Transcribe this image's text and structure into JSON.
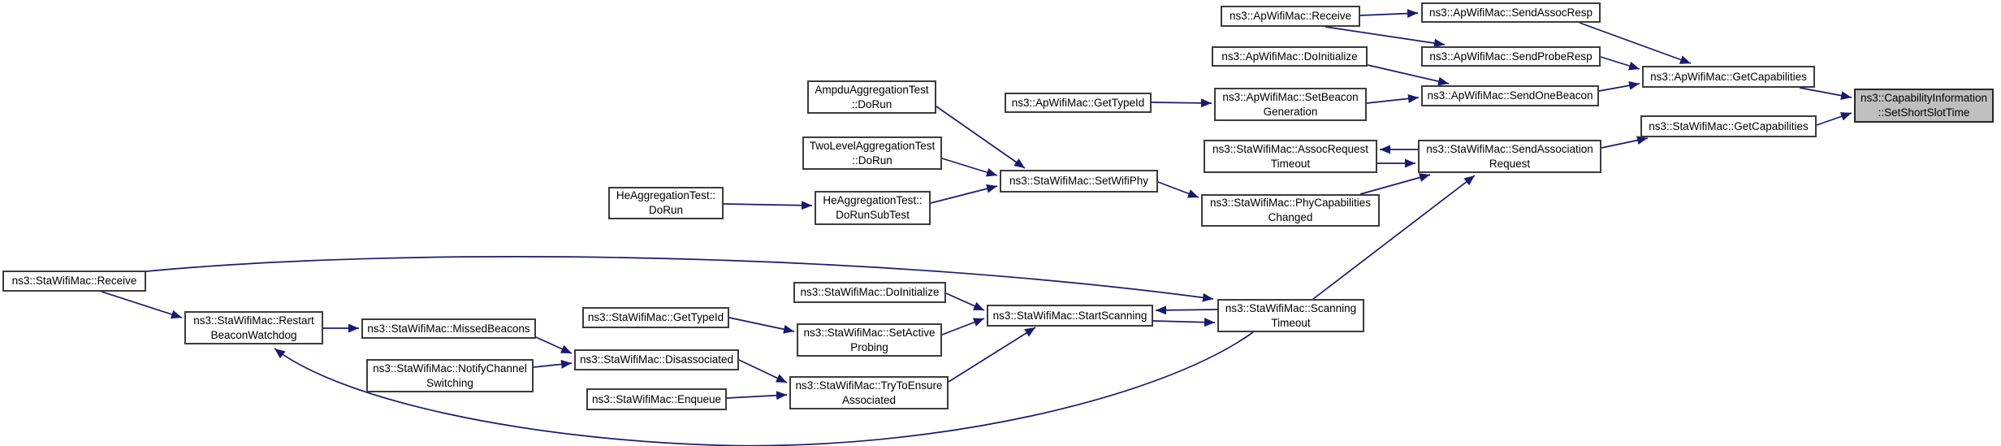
{
  "diagram": {
    "type": "doxygen-caller-graph",
    "target_function": "ns3::CapabilityInformation::SetShortSlotTime",
    "colors": {
      "edge": "#191970",
      "node_border": "#3c3c3c",
      "node_fill": "#ffffff",
      "target_fill": "#bfbfbf",
      "text": "#000000",
      "background": "#ffffff"
    },
    "nodes": [
      {
        "id": "ap_receive",
        "label": "ns3::ApWifiMac::Receive"
      },
      {
        "id": "ap_send_assoc_resp",
        "label": "ns3::ApWifiMac::SendAssocResp"
      },
      {
        "id": "ap_do_initialize",
        "label": "ns3::ApWifiMac::DoInitialize"
      },
      {
        "id": "ap_send_probe_resp",
        "label": "ns3::ApWifiMac::SendProbeResp"
      },
      {
        "id": "ap_get_type_id",
        "label": "ns3::ApWifiMac::GetTypeId"
      },
      {
        "id": "ap_set_beacon_generation",
        "label": "ns3::ApWifiMac::SetBeacon\nGeneration"
      },
      {
        "id": "ap_send_one_beacon",
        "label": "ns3::ApWifiMac::SendOneBeacon"
      },
      {
        "id": "ap_get_capabilities",
        "label": "ns3::ApWifiMac::GetCapabilities"
      },
      {
        "id": "set_short_slot_time",
        "label": "ns3::CapabilityInformation\n::SetShortSlotTime"
      },
      {
        "id": "sta_get_capabilities",
        "label": "ns3::StaWifiMac::GetCapabilities"
      },
      {
        "id": "ampdu_dorun",
        "label": "AmpduAggregationTest\n::DoRun"
      },
      {
        "id": "twolevel_dorun",
        "label": "TwoLevelAggregationTest\n::DoRun"
      },
      {
        "id": "he_dorun",
        "label": "HeAggregationTest::\nDoRun"
      },
      {
        "id": "he_dorunsubtest",
        "label": "HeAggregationTest::\nDoRunSubTest"
      },
      {
        "id": "sta_set_wifi_phy",
        "label": "ns3::StaWifiMac::SetWifiPhy"
      },
      {
        "id": "sta_assoc_request_timeout",
        "label": "ns3::StaWifiMac::AssocRequest\nTimeout"
      },
      {
        "id": "sta_send_association_request",
        "label": "ns3::StaWifiMac::SendAssociation\nRequest"
      },
      {
        "id": "sta_phy_capabilities_changed",
        "label": "ns3::StaWifiMac::PhyCapabilities\nChanged"
      },
      {
        "id": "sta_receive",
        "label": "ns3::StaWifiMac::Receive"
      },
      {
        "id": "sta_restart_beacon_watchdog",
        "label": "ns3::StaWifiMac::Restart\nBeaconWatchdog"
      },
      {
        "id": "sta_missed_beacons",
        "label": "ns3::StaWifiMac::MissedBeacons"
      },
      {
        "id": "sta_notify_channel_switching",
        "label": "ns3::StaWifiMac::NotifyChannel\nSwitching"
      },
      {
        "id": "sta_get_type_id",
        "label": "ns3::StaWifiMac::GetTypeId"
      },
      {
        "id": "sta_disassociated",
        "label": "ns3::StaWifiMac::Disassociated"
      },
      {
        "id": "sta_enqueue",
        "label": "ns3::StaWifiMac::Enqueue"
      },
      {
        "id": "sta_do_initialize",
        "label": "ns3::StaWifiMac::DoInitialize"
      },
      {
        "id": "sta_set_active_probing",
        "label": "ns3::StaWifiMac::SetActive\nProbing"
      },
      {
        "id": "sta_try_to_ensure_associated",
        "label": "ns3::StaWifiMac::TryToEnsure\nAssociated"
      },
      {
        "id": "sta_start_scanning",
        "label": "ns3::StaWifiMac::StartScanning"
      },
      {
        "id": "sta_scanning_timeout",
        "label": "ns3::StaWifiMac::Scanning\nTimeout"
      }
    ],
    "edges": [
      {
        "from": "ap_receive",
        "to": "ap_send_assoc_resp"
      },
      {
        "from": "ap_receive",
        "to": "ap_send_probe_resp"
      },
      {
        "from": "ap_send_assoc_resp",
        "to": "ap_get_capabilities"
      },
      {
        "from": "ap_do_initialize",
        "to": "ap_send_one_beacon"
      },
      {
        "from": "ap_get_type_id",
        "to": "ap_set_beacon_generation"
      },
      {
        "from": "ap_set_beacon_generation",
        "to": "ap_send_one_beacon"
      },
      {
        "from": "ap_send_probe_resp",
        "to": "ap_get_capabilities"
      },
      {
        "from": "ap_send_one_beacon",
        "to": "ap_get_capabilities"
      },
      {
        "from": "ap_get_capabilities",
        "to": "set_short_slot_time"
      },
      {
        "from": "sta_get_capabilities",
        "to": "set_short_slot_time"
      },
      {
        "from": "sta_send_association_request",
        "to": "sta_get_capabilities"
      },
      {
        "from": "sta_send_association_request",
        "to": "sta_assoc_request_timeout"
      },
      {
        "from": "sta_assoc_request_timeout",
        "to": "sta_send_association_request"
      },
      {
        "from": "sta_phy_capabilities_changed",
        "to": "sta_send_association_request"
      },
      {
        "from": "sta_scanning_timeout",
        "to": "sta_send_association_request"
      },
      {
        "from": "sta_set_wifi_phy",
        "to": "sta_phy_capabilities_changed"
      },
      {
        "from": "ampdu_dorun",
        "to": "sta_set_wifi_phy"
      },
      {
        "from": "twolevel_dorun",
        "to": "sta_set_wifi_phy"
      },
      {
        "from": "he_dorunsubtest",
        "to": "sta_set_wifi_phy"
      },
      {
        "from": "he_dorun",
        "to": "he_dorunsubtest"
      },
      {
        "from": "sta_receive",
        "to": "sta_restart_beacon_watchdog"
      },
      {
        "from": "sta_receive",
        "to": "sta_scanning_timeout"
      },
      {
        "from": "sta_restart_beacon_watchdog",
        "to": "sta_missed_beacons"
      },
      {
        "from": "sta_missed_beacons",
        "to": "sta_disassociated"
      },
      {
        "from": "sta_notify_channel_switching",
        "to": "sta_disassociated"
      },
      {
        "from": "sta_get_type_id",
        "to": "sta_set_active_probing"
      },
      {
        "from": "sta_disassociated",
        "to": "sta_try_to_ensure_associated"
      },
      {
        "from": "sta_enqueue",
        "to": "sta_try_to_ensure_associated"
      },
      {
        "from": "sta_do_initialize",
        "to": "sta_start_scanning"
      },
      {
        "from": "sta_set_active_probing",
        "to": "sta_start_scanning"
      },
      {
        "from": "sta_try_to_ensure_associated",
        "to": "sta_start_scanning"
      },
      {
        "from": "sta_scanning_timeout",
        "to": "sta_start_scanning"
      },
      {
        "from": "sta_start_scanning",
        "to": "sta_scanning_timeout"
      },
      {
        "from": "sta_scanning_timeout",
        "to": "sta_restart_beacon_watchdog"
      }
    ]
  }
}
